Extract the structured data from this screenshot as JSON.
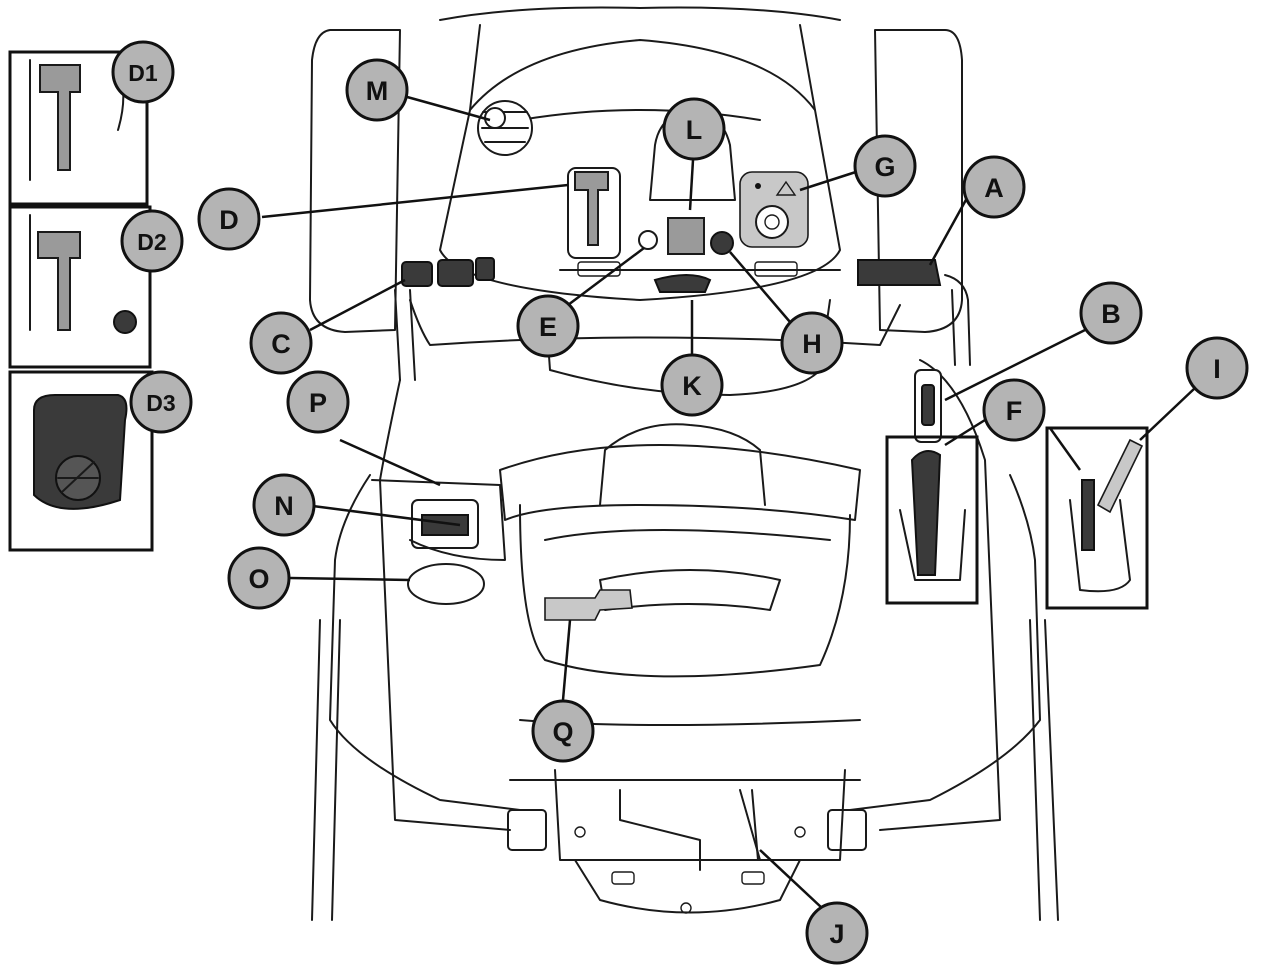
{
  "callouts": {
    "A": "A",
    "B": "B",
    "C": "C",
    "D": "D",
    "D1": "D1",
    "D2": "D2",
    "D3": "D3",
    "E": "E",
    "F": "F",
    "G": "G",
    "H": "H",
    "I": "I",
    "J": "J",
    "K": "K",
    "L": "L",
    "M": "M",
    "N": "N",
    "O": "O",
    "P": "P",
    "Q": "Q"
  },
  "colors": {
    "callout_fill": "#b4b4b4",
    "outline": "#1a1a1a",
    "highlight_part": "#9a9a9a"
  },
  "icons": {
    "cruise_knob": "choke-knob-icon",
    "ignition": "ignition-switch-icon",
    "lift_lever": "lift-lever-icon",
    "fuel_cap": "fuel-cap-icon"
  }
}
